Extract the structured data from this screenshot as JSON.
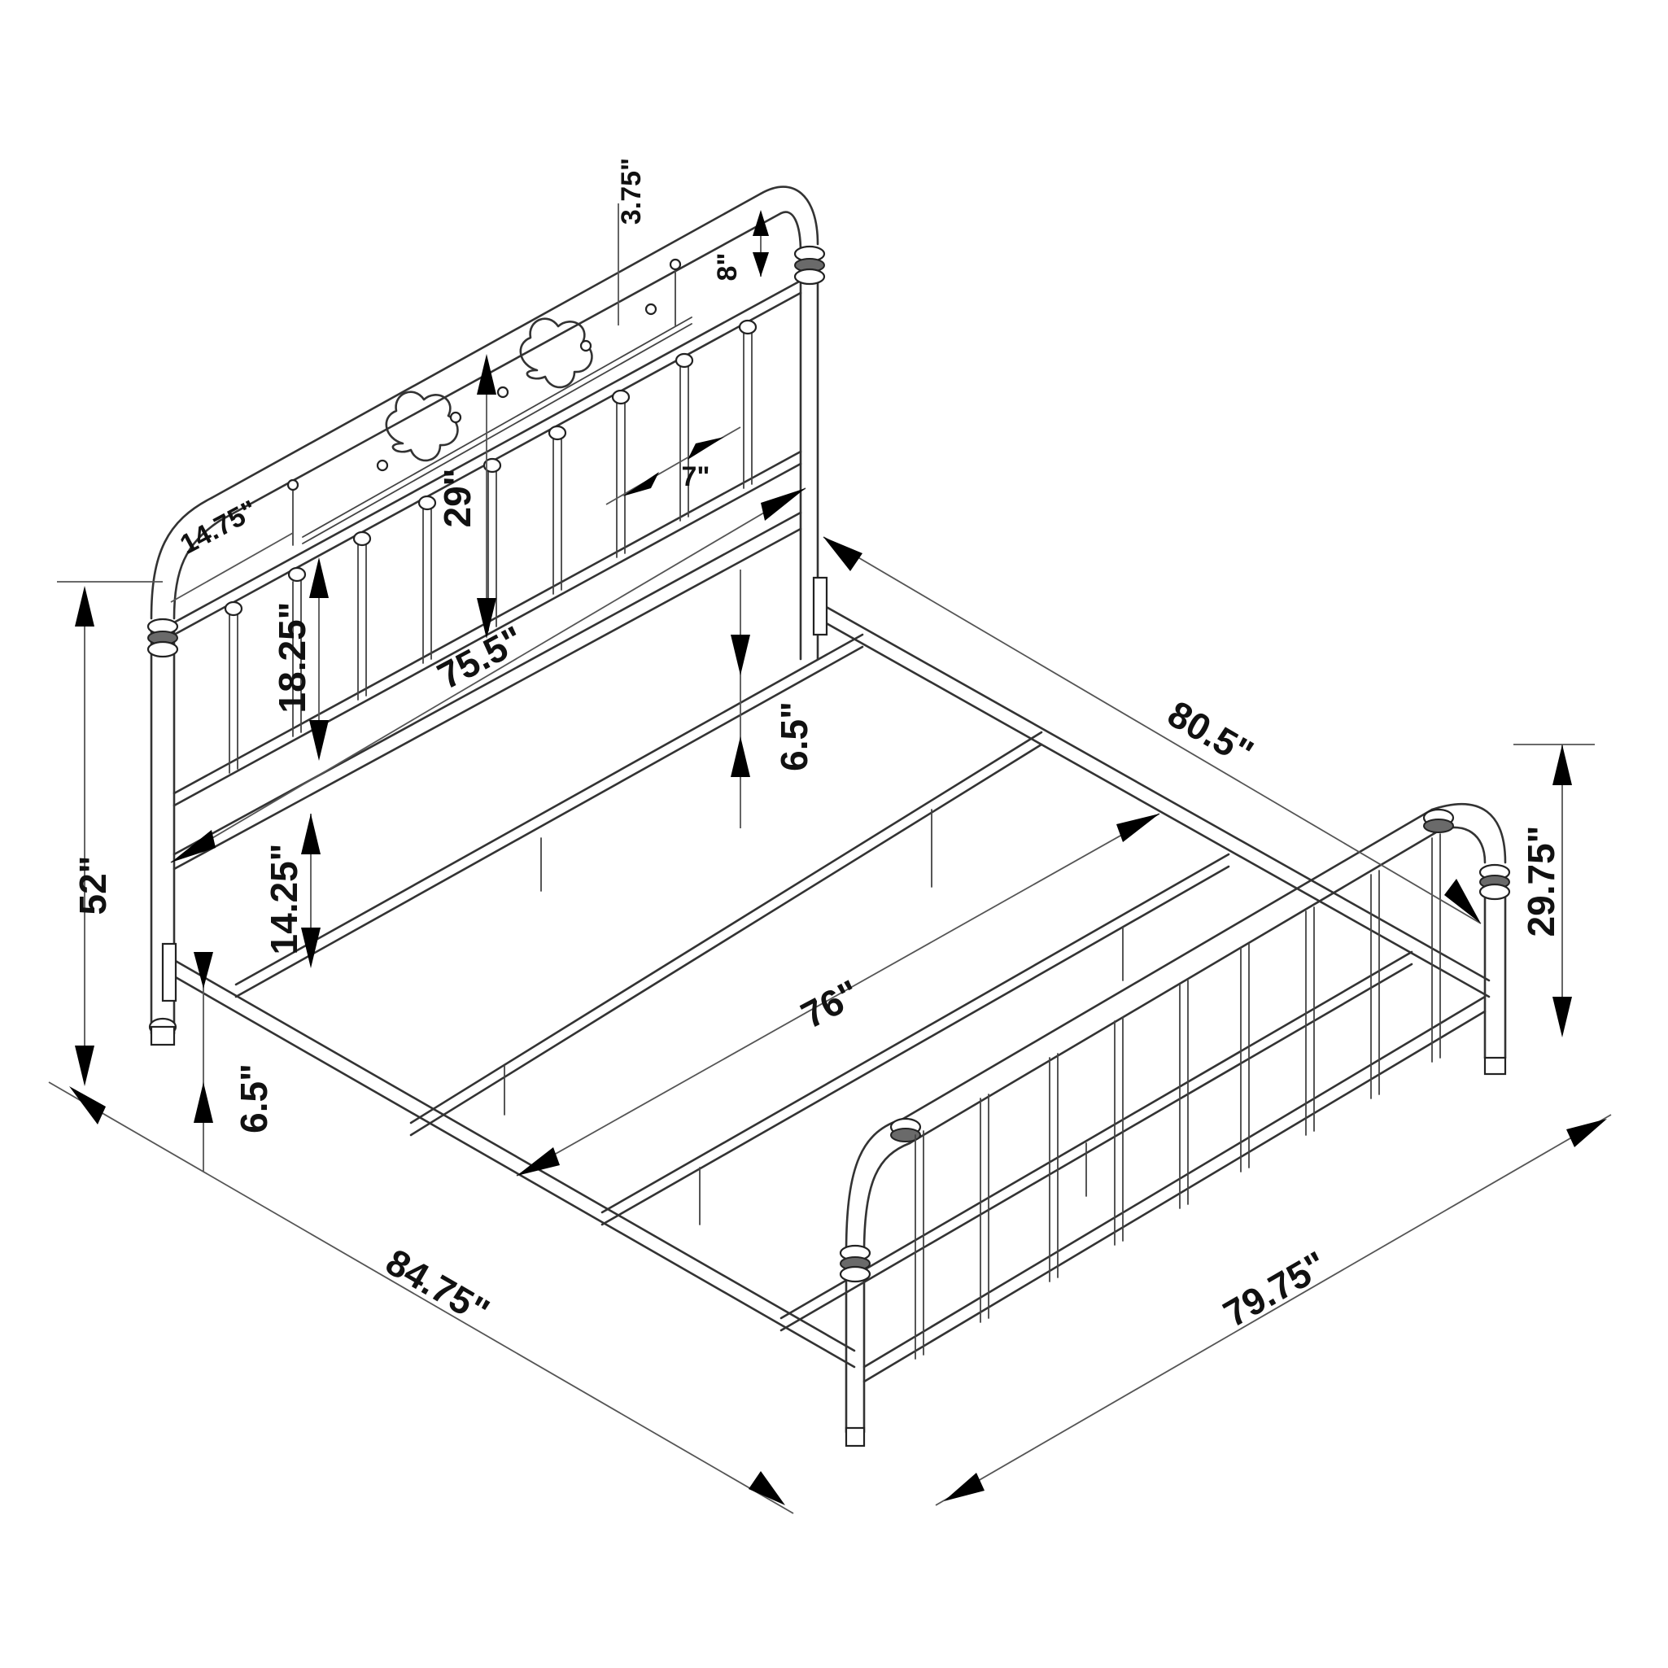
{
  "diagram": {
    "dimensions": {
      "total_height": "52\"",
      "headboard_panel_height": "29\"",
      "headboard_inner_width": "75.5\"",
      "headboard_top_offset": "3.75\"",
      "headboard_top_gap": "8\"",
      "spindle_spacing": "7\"",
      "curve_span": "14.75\"",
      "lower_panel_height": "18.25\"",
      "rail_gap_head": "6.5\"",
      "leg_clearance": "14.25\"",
      "floor_clearance": "6.5\"",
      "inner_length": "80.5\"",
      "inner_width": "76\"",
      "footboard_height": "29.75\"",
      "overall_length": "84.75\"",
      "overall_width": "79.75\""
    }
  }
}
